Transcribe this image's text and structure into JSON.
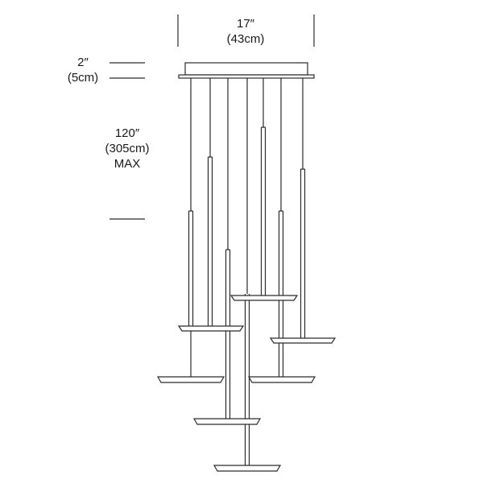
{
  "dimensions": {
    "width": {
      "imperial": "17″",
      "metric": "(43cm)"
    },
    "canopy_height": {
      "imperial": "2″",
      "metric": "(5cm)"
    },
    "overall_drop": {
      "imperial": "120″",
      "metric": "(305cm)",
      "qualifier": "MAX"
    }
  },
  "colors": {
    "line": "#2b2b2b",
    "background": "#ffffff"
  }
}
